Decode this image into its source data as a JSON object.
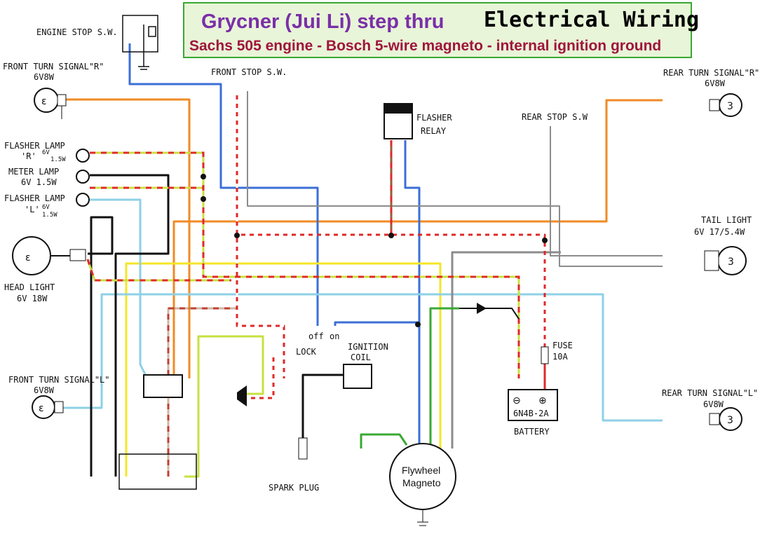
{
  "title": {
    "main": "Grycner (Jui Li)  step thru",
    "right": "Electrical  Wiring",
    "sub": "Sachs 505 engine - Bosch 5-wire magneto - internal ignition ground"
  },
  "labels": {
    "engine_stop": "ENGINE STOP S.W.",
    "front_turn_r": "FRONT TURN SIGNAL\"R\"",
    "front_turn_r_spec": "6V8W",
    "front_stop": "FRONT STOP S.W.",
    "flasher_relay_1": "FLASHER",
    "flasher_relay_2": "RELAY",
    "rear_stop": "REAR STOP S.W",
    "rear_turn_r": "REAR TURN SIGNAL\"R\"",
    "rear_turn_r_spec": "6V8W",
    "flasher_lamp_r_1": "FLASHER LAMP",
    "flasher_lamp_r_2": "'R'",
    "flasher_lamp_r_spec1": "6V",
    "flasher_lamp_r_spec2": "1.5W",
    "meter_lamp_1": "METER LAMP",
    "meter_lamp_2": "6V 1.5W",
    "flasher_lamp_l_1": "FLASHER LAMP",
    "flasher_lamp_l_2": "'L'",
    "flasher_lamp_l_spec1": "6V",
    "flasher_lamp_l_spec2": "1.5W",
    "tail_light_1": "TAIL LIGHT",
    "tail_light_2": "6V 17/5.4W",
    "head_light_1": "HEAD LIGHT",
    "head_light_2": "6V 18W",
    "off": "off",
    "on": "on",
    "lock": "LOCK",
    "ignition_coil_1": "IGNITION",
    "ignition_coil_2": "COIL",
    "fuse_1": "FUSE",
    "fuse_2": "10A",
    "battery_model": "6N4B-2A",
    "battery": "BATTERY",
    "front_turn_l": "FRONT TURN SIGNAL\"L\"",
    "front_turn_l_spec": "6V8W",
    "rear_turn_l": "REAR TURN SIGNAL\"L\"",
    "rear_turn_l_spec": "6V8W",
    "spark_plug": "SPARK PLUG",
    "magneto_1": "Flywheel",
    "magneto_2": "Magneto",
    "lamp_glyph": "ε",
    "rear_lamp_glyph": "3",
    "battery_minus": "⊖",
    "battery_plus": "⊕"
  },
  "colors": {
    "orange": "#f08a24",
    "blue": "#3b6fd6",
    "brown": "#9a5a3a",
    "red": "#e02828",
    "green": "#3aa832",
    "yellow_green": "#c8e040",
    "yellow": "#f5e628",
    "light_blue": "#8ed0e6",
    "gray": "#8c8c8c",
    "black": "#111111",
    "title_box": "#e8f5d8",
    "title_border": "#3aa832"
  }
}
